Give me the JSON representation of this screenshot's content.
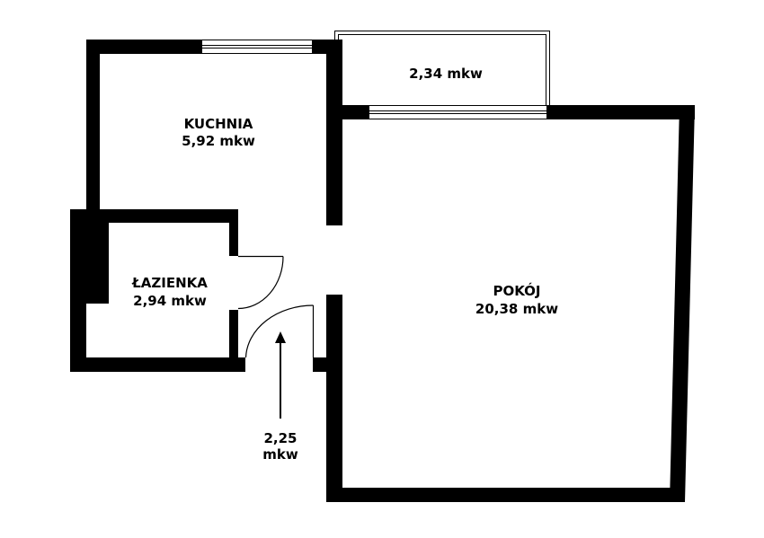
{
  "rooms": {
    "kitchen": {
      "name": "KUCHNIA",
      "area": "5,92 mkw"
    },
    "balcony": {
      "area": "2,34 mkw"
    },
    "bathroom": {
      "name": "ŁAZIENKA",
      "area": "2,94 mkw"
    },
    "living_room": {
      "name": "POKÓJ",
      "area": "20,38 mkw"
    },
    "hallway": {
      "area_value": "2,25",
      "area_unit": "mkw"
    }
  },
  "colors": {
    "wall": "#000000",
    "background": "#ffffff"
  }
}
